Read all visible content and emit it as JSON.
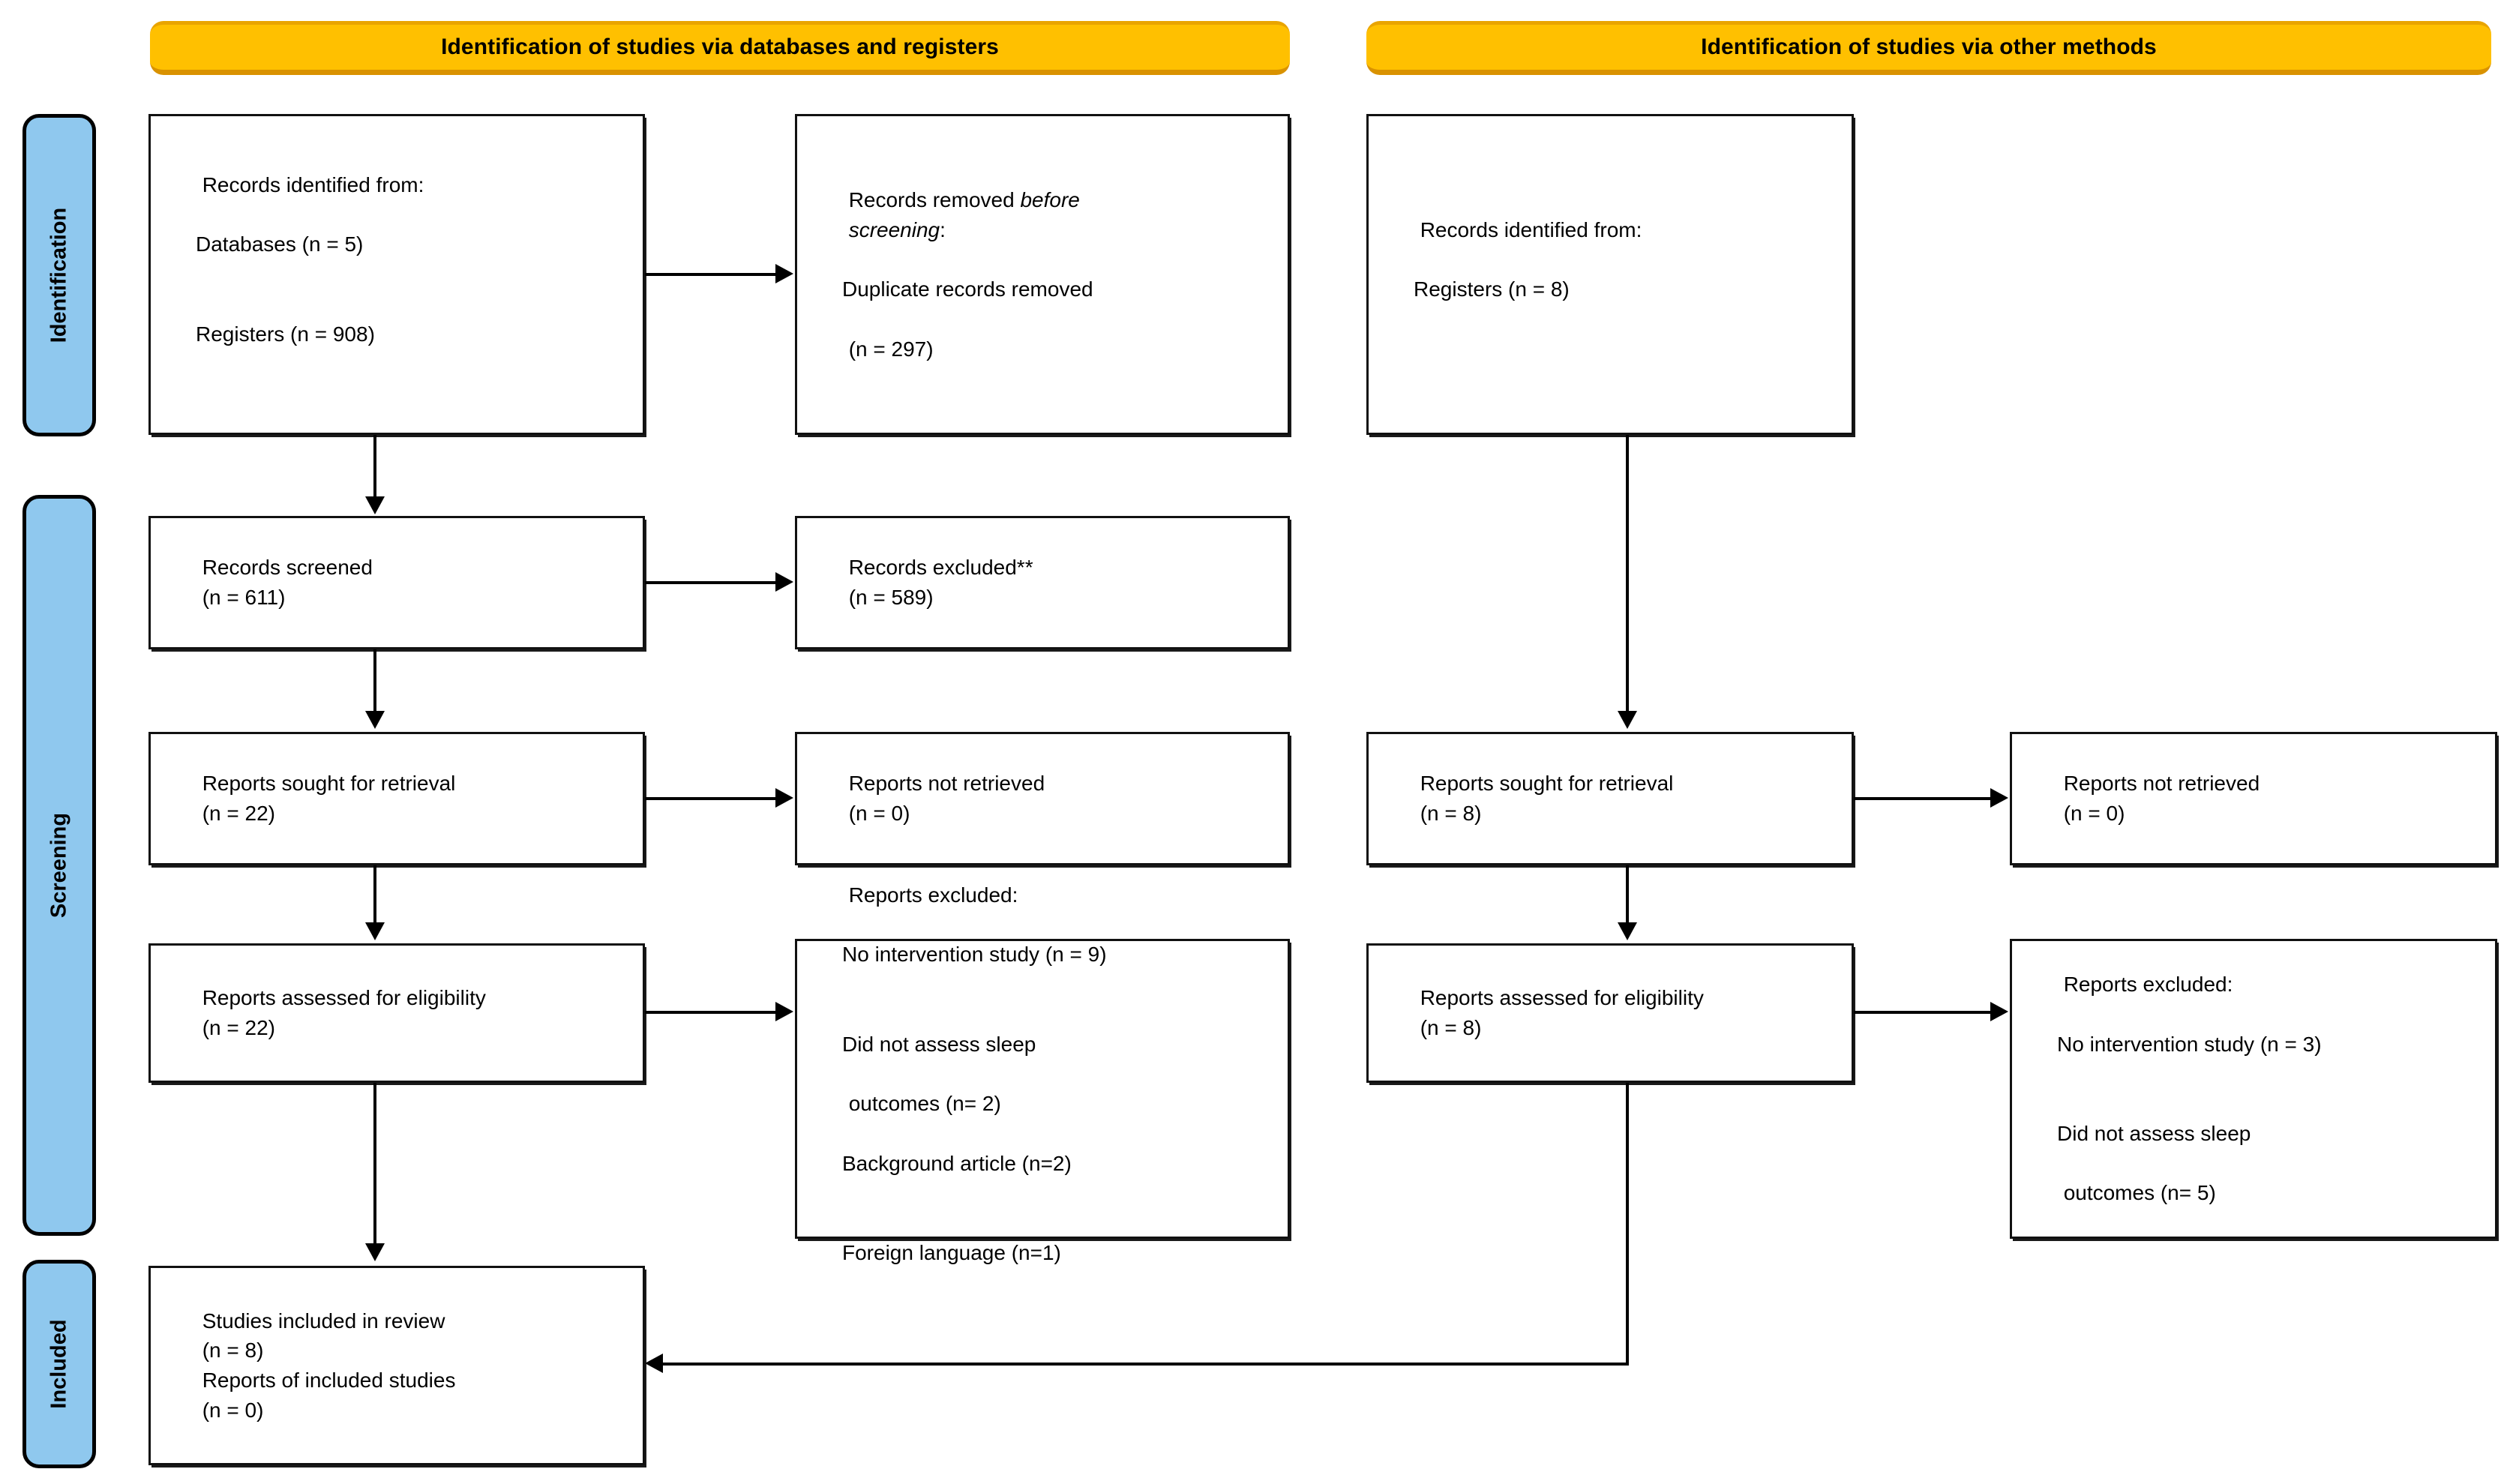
{
  "diagram": {
    "title": "PRISMA 2020 flow diagram",
    "colors": {
      "header_fill": "#FFC000",
      "header_edge": "#D99200",
      "stage_pill_fill": "#8FC8EE",
      "box_border": "#111111",
      "connector": "#000000"
    }
  },
  "headers": {
    "left": "Identification of studies via databases and registers",
    "right": "Identification of studies via other methods"
  },
  "stages": [
    {
      "id": "identification",
      "label": "Identification"
    },
    {
      "id": "screening",
      "label": "Screening"
    },
    {
      "id": "included",
      "label": "Included"
    }
  ],
  "left_column": {
    "identified": {
      "line1": "Records identified from:",
      "line2": "Databases (n = 5)",
      "line3": "Registers (n = 908)"
    },
    "removed": {
      "line1_a": "Records removed ",
      "line1_em": "before",
      "line2_em": "screening",
      "line2_b": ":",
      "line3": "Duplicate records removed",
      "line4": "(n = 297)"
    },
    "screened": {
      "line1": "Records screened",
      "line2": "(n = 611)"
    },
    "excluded_records": {
      "line1": "Records excluded**",
      "line2": "(n = 589)"
    },
    "sought": {
      "line1": "Reports sought for retrieval",
      "line2": "(n = 22)"
    },
    "not_retrieved": {
      "line1": "Reports not retrieved",
      "line2": "(n = 0)"
    },
    "assessed": {
      "line1": "Reports assessed for eligibility",
      "line2": "(n = 22)"
    },
    "excluded_reports": {
      "heading": "Reports excluded:",
      "r1": "No intervention study (n = 9)",
      "r2": "Did not assess sleep",
      "r3": "outcomes (n= 2)",
      "r4": "Background article (n=2)",
      "r5": "Foreign language (n=1)"
    }
  },
  "right_column": {
    "identified": {
      "line1": "Records identified from:",
      "line2": "Registers (n = 8)"
    },
    "sought": {
      "line1": "Reports sought for retrieval",
      "line2": "(n = 8)"
    },
    "not_retrieved": {
      "line1": "Reports not retrieved",
      "line2": "(n = 0)"
    },
    "assessed": {
      "line1": "Reports assessed for eligibility",
      "line2": "(n = 8)"
    },
    "excluded_reports": {
      "heading": "Reports excluded:",
      "r1": "No intervention study (n = 3)",
      "r2": "Did not assess sleep",
      "r3": "outcomes (n= 5)"
    }
  },
  "included_box": {
    "line1": "Studies included in review",
    "line2": "(n = 8)",
    "line3": "Reports of included studies",
    "line4": "(n = 0)"
  }
}
